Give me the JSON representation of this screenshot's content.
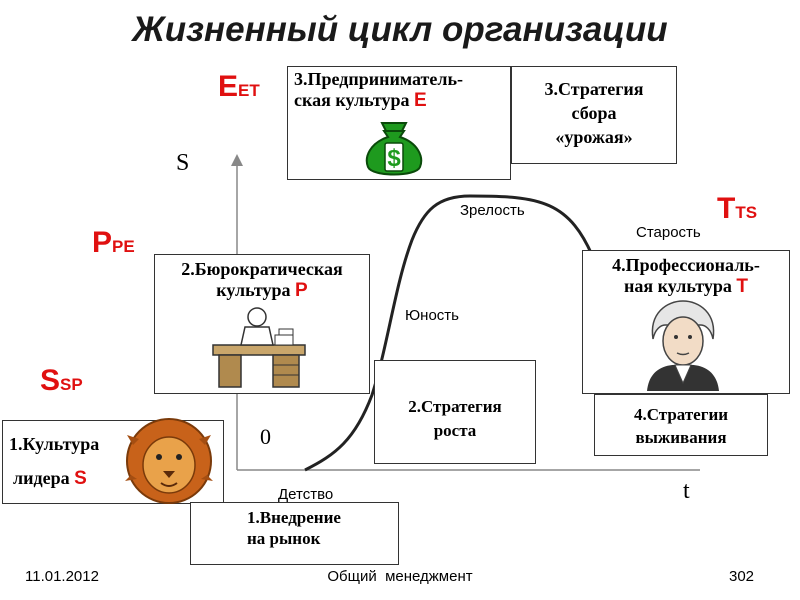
{
  "title": "Жизненный цикл организации",
  "axis": {
    "y_label": "S",
    "x_label": "t",
    "origin": "0"
  },
  "stages": {
    "childhood": "Детство",
    "youth": "Юность",
    "maturity": "Зрелость",
    "old_age": "Старость"
  },
  "big_letters": {
    "s": {
      "main": "S",
      "sub": "SP"
    },
    "p": {
      "main": "P",
      "sub": "PE"
    },
    "e": {
      "main": "E",
      "sub": "ET"
    },
    "t": {
      "main": "T",
      "sub": "TS"
    }
  },
  "boxes": {
    "culture1": {
      "line1": "1.Культура",
      "line2": "лидера",
      "letter": "S"
    },
    "culture2": {
      "line1": "2.Бюрократическая",
      "line2": "культура",
      "letter": "P"
    },
    "culture3": {
      "line1": "3.Предприниматель-",
      "line2": "ская культура",
      "letter": "E"
    },
    "culture4": {
      "line1": "4.Профессиональ-",
      "line2": "ная культура",
      "letter": "T"
    },
    "strategy1": {
      "line1": "1.Внедрение",
      "line2": "на рынок"
    },
    "strategy2": {
      "line1": "2.Стратегия",
      "line2": "роста"
    },
    "strategy3": {
      "line1": "3.Стратегия",
      "line2": "сбора",
      "line3": "«урожая»"
    },
    "strategy4": {
      "line1": "4.Стратегии",
      "line2": "выживания"
    }
  },
  "icons": {
    "lion": "lion-icon",
    "moneybag": "money-bag-icon",
    "clerk": "clerk-at-desk-icon",
    "portrait": "washington-portrait-icon"
  },
  "footer": {
    "date": "11.01.2012",
    "course": "Общий  менеджмент",
    "page": "302"
  },
  "colors": {
    "accent": "#e01010",
    "moneybag": "#1e9a1e"
  }
}
